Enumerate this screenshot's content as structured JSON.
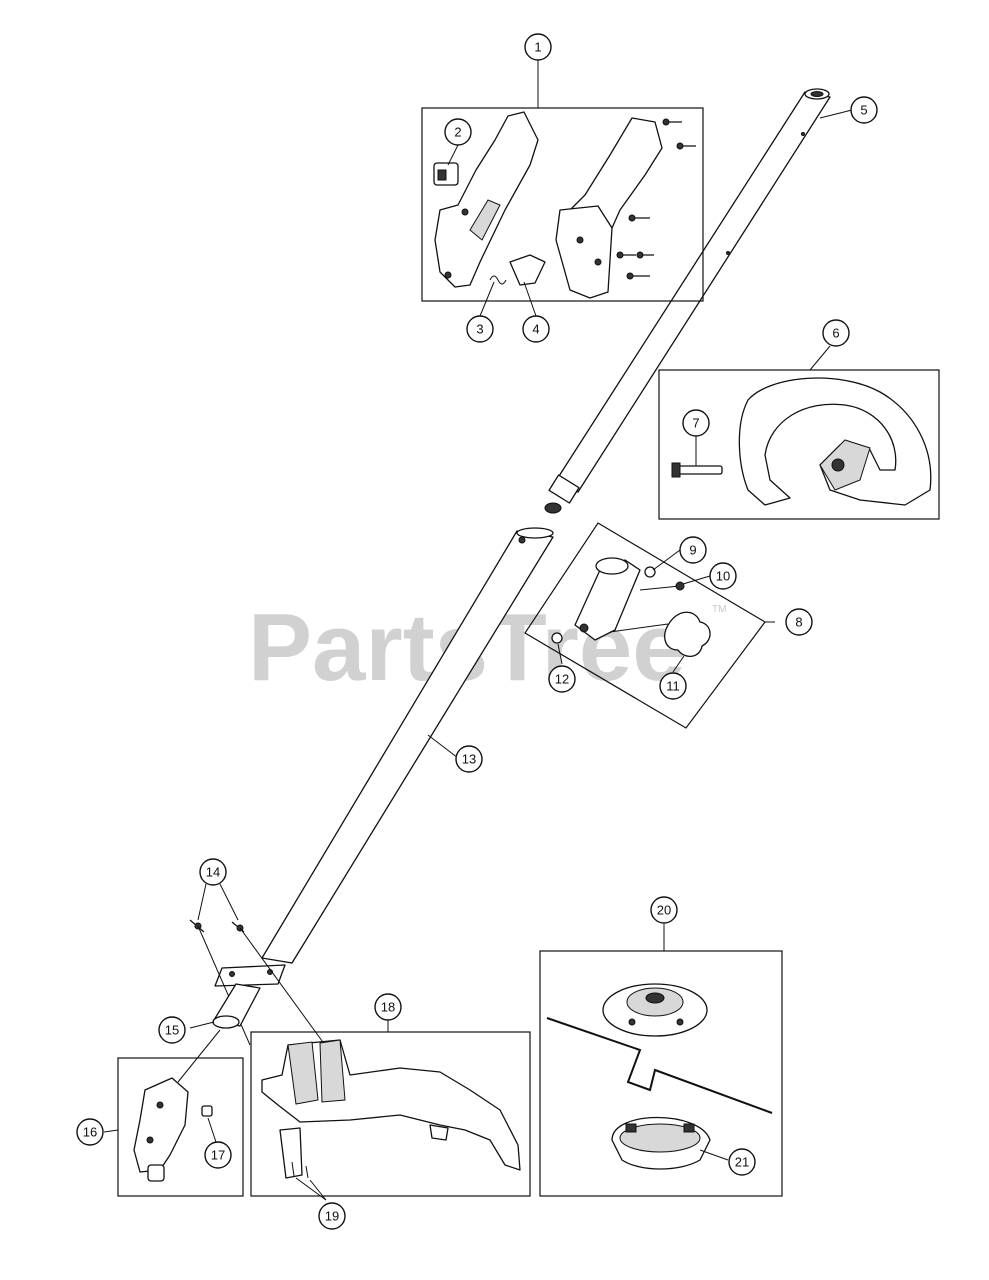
{
  "watermark": {
    "text": "PartsTree",
    "trademark": "TM"
  },
  "callouts": [
    "1",
    "2",
    "3",
    "4",
    "5",
    "6",
    "7",
    "8",
    "9",
    "10",
    "11",
    "12",
    "13",
    "14",
    "15",
    "16",
    "17",
    "18",
    "19",
    "20",
    "21"
  ]
}
